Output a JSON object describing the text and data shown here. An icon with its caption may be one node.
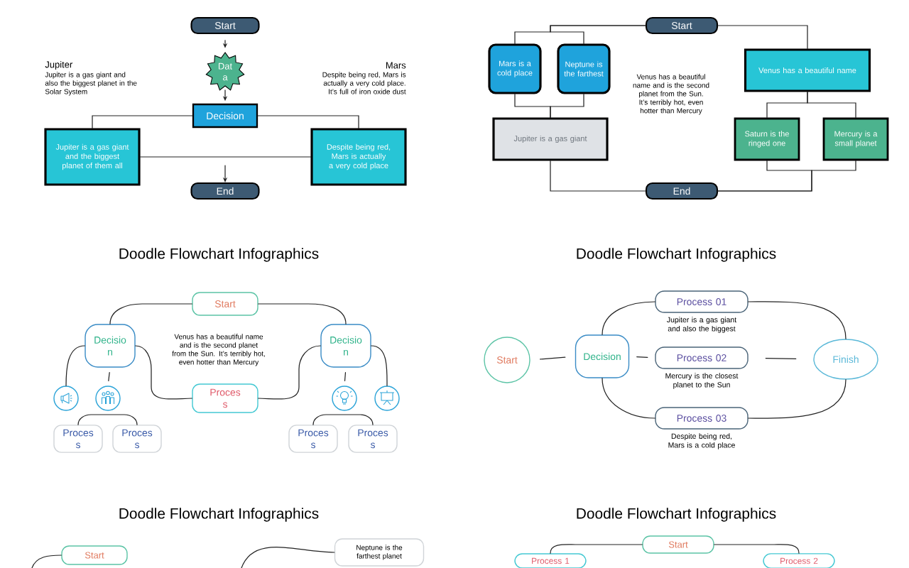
{
  "diagram": {
    "nodes": [
      {
        "text": [
          "Start"
        ]
      },
      {
        "text": [
          "Dat a"
        ]
      },
      {
        "text": [
          "Decision"
        ]
      },
      {
        "text": [
          "Jupiter is a gas giant and the biggest planet of them all"
        ]
      },
      {
        "text": [
          "Despite being red, Mars is actually a very cold place"
        ]
      },
      {
        "text": [
          "End"
        ]
      },
      {
        "text": [
          "Start"
        ]
      },
      {
        "text": [
          "Mars is a cold place"
        ]
      },
      {
        "text": [
          "Neptune is the farthest"
        ]
      },
      {
        "text": [
          "Jupiter is a gas giant"
        ]
      },
      {
        "text": [
          "Venus has a beautiful name"
        ]
      },
      {
        "text": [
          "Saturn is the ringed one"
        ]
      },
      {
        "text": [
          "Mercury is a small planet"
        ]
      },
      {
        "text": [
          "End"
        ]
      },
      {
        "text": [
          "Start"
        ]
      },
      {
        "text": [
          "Decisio n"
        ]
      },
      {
        "text": [
          "Decisio n"
        ]
      },
      {
        "text": [
          "Proces s"
        ]
      },
      {
        "text": [],
        "shape": "circle"
      },
      {
        "text": [],
        "shape": "circle"
      },
      {
        "text": [],
        "shape": "circle"
      },
      {
        "text": [],
        "shape": "circle"
      },
      {
        "text": [
          "Proces s"
        ]
      },
      {
        "text": [
          "Proces s"
        ]
      },
      {
        "text": [
          "Proces s"
        ]
      },
      {
        "text": [
          "Proces s"
        ]
      },
      {
        "text": [
          "Start"
        ]
      },
      {
        "text": [
          "Decision"
        ]
      },
      {
        "text": [
          "Process 01"
        ],
        "beside": [
          "Jupiter is a gas giant and also the biggest"
        ]
      },
      {
        "text": [
          "Process 02"
        ],
        "beside": [
          "Mercury is the closest planet to the Sun"
        ]
      },
      {
        "text": [
          "Process 03"
        ],
        "beside": [
          "Despite being red, Mars is a cold place"
        ]
      },
      {
        "text": [
          "Finish"
        ]
      },
      {
        "text": [
          "Start"
        ]
      },
      {
        "text": [
          "Neptune is the farthest planet"
        ]
      },
      {
        "text": [
          "Start"
        ]
      },
      {
        "text": [
          "Process 1"
        ]
      },
      {
        "text": [
          "Process 2"
        ]
      }
    ],
    "edges": [
      {
        "from": 0,
        "to": 1,
        "arrow": "to"
      },
      {
        "from": 1,
        "to": 2,
        "arrow": "to"
      },
      {
        "from": 2,
        "to": 3,
        "arrow": "none"
      },
      {
        "from": 2,
        "to": 4,
        "arrow": "none"
      },
      {
        "from": 3,
        "to": 4,
        "arrow": "none"
      },
      {
        "from": null,
        "to": 5,
        "arrow": "to"
      },
      {
        "from": 6,
        "to": 7,
        "arrow": "none"
      },
      {
        "from": 6,
        "to": 8,
        "arrow": "none"
      },
      {
        "from": 7,
        "to": 9,
        "arrow": "none"
      },
      {
        "from": 8,
        "to": 9,
        "arrow": "none"
      },
      {
        "from": 9,
        "to": 13,
        "arrow": "none"
      },
      {
        "from": 6,
        "to": 10,
        "arrow": "none"
      },
      {
        "from": 10,
        "to": 11,
        "arrow": "none"
      },
      {
        "from": 10,
        "to": 12,
        "arrow": "none"
      },
      {
        "from": 11,
        "to": 13,
        "arrow": "none"
      },
      {
        "from": 12,
        "to": 13,
        "arrow": "none"
      },
      {
        "from": 14,
        "to": 15,
        "arrow": "none"
      },
      {
        "from": 14,
        "to": 16,
        "arrow": "none"
      },
      {
        "from": 15,
        "to": 17,
        "arrow": "none"
      },
      {
        "from": 16,
        "to": 17,
        "arrow": "none"
      },
      {
        "from": 15,
        "to": 18,
        "arrow": "none"
      },
      {
        "from": 15,
        "to": 19,
        "arrow": "none"
      },
      {
        "from": 16,
        "to": 20,
        "arrow": "none"
      },
      {
        "from": 16,
        "to": 21,
        "arrow": "none"
      },
      {
        "from": 22,
        "to": 23,
        "arrow": "none"
      },
      {
        "from": 24,
        "to": 25,
        "arrow": "none"
      },
      {
        "from": 26,
        "to": 27,
        "arrow": "none"
      },
      {
        "from": 27,
        "to": 28,
        "arrow": "none"
      },
      {
        "from": 27,
        "to": 29,
        "arrow": "none"
      },
      {
        "from": 27,
        "to": 30,
        "arrow": "none"
      },
      {
        "from": 28,
        "to": 31,
        "arrow": "none"
      },
      {
        "from": 29,
        "to": 31,
        "arrow": "none"
      },
      {
        "from": 30,
        "to": 31,
        "arrow": "none"
      },
      {
        "from": 32,
        "to": null,
        "arrow": "none"
      },
      {
        "from": null,
        "to": 33,
        "arrow": "none"
      },
      {
        "from": 34,
        "to": 35,
        "arrow": "none"
      },
      {
        "from": 34,
        "to": 36,
        "arrow": "none"
      }
    ],
    "labels": [
      "Jupiter",
      "Jupiter is a gas giant and also the biggest planet in the Solar System",
      "Mars",
      "Despite being red, Mars is actually a very cold place. It’s full of iron oxide dust",
      "Venus has a beautiful name and is the second planet from the Sun. It’s terribly hot, even hotter than Mercury",
      "Doodle Flowchart Infographics",
      "Venus has a beautiful name and is the second planet from the Sun. It’s terribly hot, even hotter than Mercury",
      "Doodle Flowchart Infographics",
      "Doodle Flowchart Infographics",
      "Doodle Flowchart Infographics"
    ]
  }
}
